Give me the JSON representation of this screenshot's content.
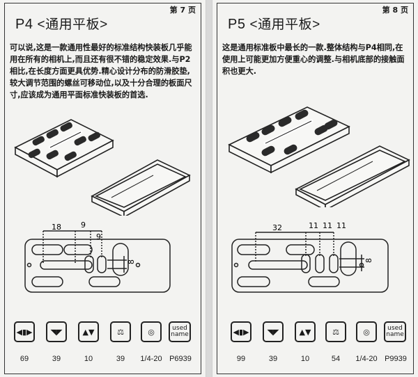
{
  "left": {
    "page_label": "第 7 页",
    "model": "P4",
    "subtitle": "<通用平板>",
    "description": "可以说,这是一款通用性最好的标准结构快装板几乎能用在所有的相机上,而且还有很不错的稳定效果.与P2相比,在长度方面更具优势.精心设计分布的防滑胶垫,较大调节范围的螺丝可移动位,以及十分合理的板面尺寸,应该成为通用平面标准快装板的首选.",
    "dims": {
      "d1": "18",
      "d2": "9",
      "d3": "9",
      "d4": "8"
    },
    "icons": {
      "used_label": "used name"
    },
    "specs": [
      "69",
      "39",
      "10",
      "39",
      "1/4-20",
      "P6939"
    ]
  },
  "right": {
    "page_label": "第 8 页",
    "model": "P5",
    "subtitle": "<通用平板>",
    "description": "这是通用标准板中最长的一款.整体结构与P4相同,在使用上可能更加方便重心的调整.与相机底部的接触面积也更大.",
    "dims": {
      "d1": "32",
      "d2": "11",
      "d3": "11",
      "d4": "11",
      "d5": "8"
    },
    "icons": {
      "used_label": "used name"
    },
    "specs": [
      "99",
      "39",
      "10",
      "54",
      "1/4-20",
      "P9939"
    ]
  }
}
